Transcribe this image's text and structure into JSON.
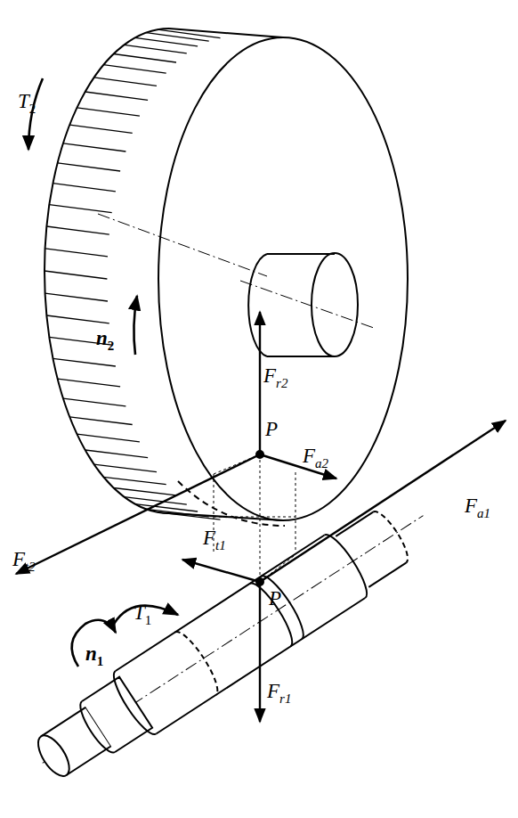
{
  "diagram": {
    "labels": [
      "T2",
      "n2",
      "Fr2",
      "P",
      "Fa2",
      "Fa1",
      "Ft2",
      "Ft1",
      "P",
      "T1",
      "n1",
      "Fr1"
    ]
  }
}
